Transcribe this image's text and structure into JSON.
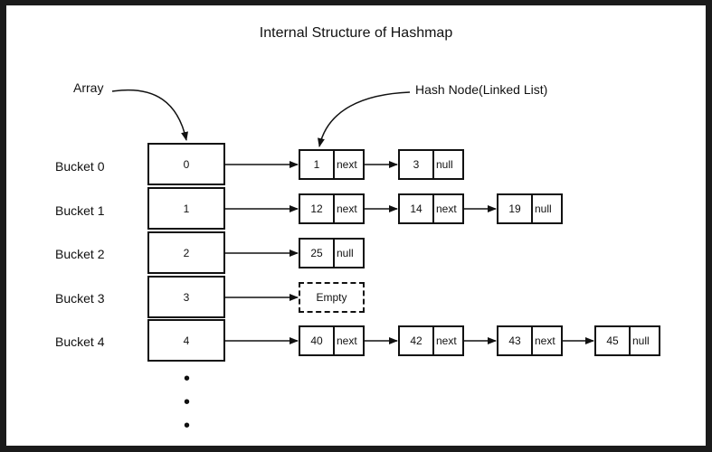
{
  "title": "Internal Structure of Hashmap",
  "labels": {
    "array": "Array",
    "hash_node": "Hash Node(Linked List)"
  },
  "buckets": [
    {
      "label": "Bucket 0",
      "index": "0"
    },
    {
      "label": "Bucket 1",
      "index": "1"
    },
    {
      "label": "Bucket 2",
      "index": "2"
    },
    {
      "label": "Bucket 3",
      "index": "3"
    },
    {
      "label": "Bucket 4",
      "index": "4"
    }
  ],
  "nodes": {
    "b0": [
      {
        "value": "1",
        "ptr": "next"
      },
      {
        "value": "3",
        "ptr": "null"
      }
    ],
    "b1": [
      {
        "value": "12",
        "ptr": "next"
      },
      {
        "value": "14",
        "ptr": "next"
      },
      {
        "value": "19",
        "ptr": "null"
      }
    ],
    "b2": [
      {
        "value": "25",
        "ptr": "null"
      }
    ],
    "b3_empty": "Empty",
    "b4": [
      {
        "value": "40",
        "ptr": "next"
      },
      {
        "value": "42",
        "ptr": "next"
      },
      {
        "value": "43",
        "ptr": "next"
      },
      {
        "value": "45",
        "ptr": "null"
      }
    ]
  },
  "ellipsis": [
    "•",
    "•",
    "•"
  ]
}
